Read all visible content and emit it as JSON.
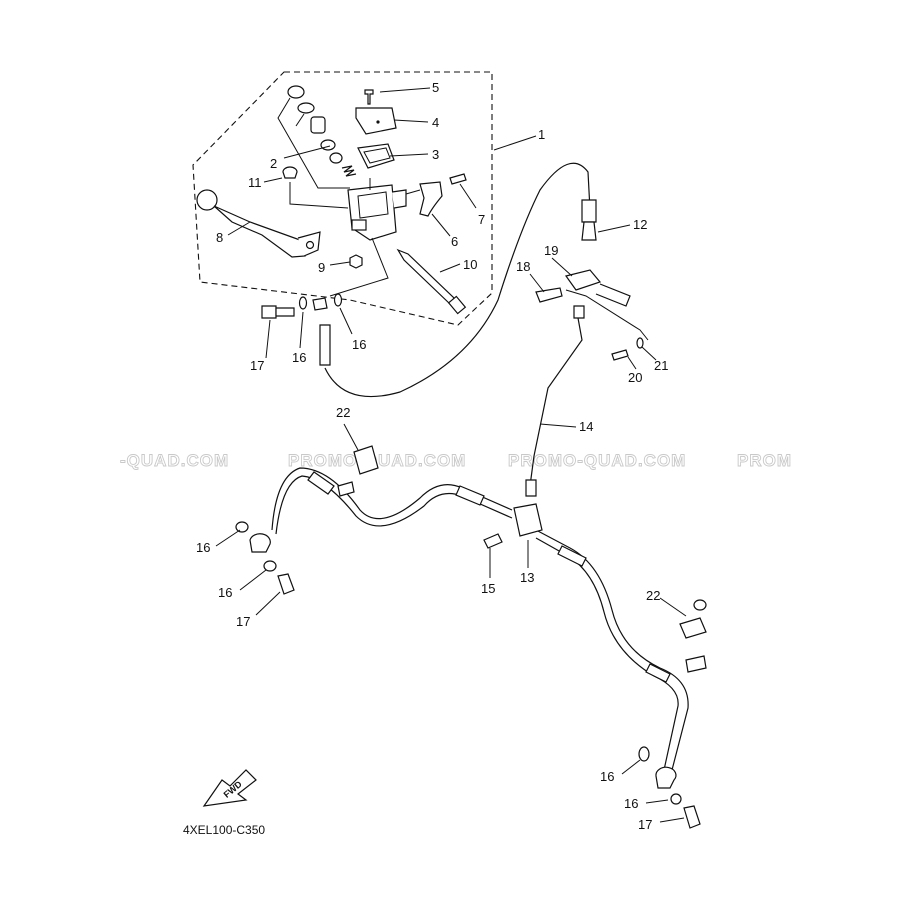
{
  "diagram_code": "4XEL100-C350",
  "fwd_arrow_text": "FWD",
  "watermark": [
    "-QUAD.COM",
    "PROMO-QUAD.COM",
    "PROMO-QUAD.COM",
    "PROM"
  ],
  "callouts": [
    {
      "id": "c1",
      "text": "1"
    },
    {
      "id": "c2",
      "text": "2"
    },
    {
      "id": "c3",
      "text": "3"
    },
    {
      "id": "c4",
      "text": "4"
    },
    {
      "id": "c5",
      "text": "5"
    },
    {
      "id": "c6",
      "text": "6"
    },
    {
      "id": "c7",
      "text": "7"
    },
    {
      "id": "c8",
      "text": "8"
    },
    {
      "id": "c9",
      "text": "9"
    },
    {
      "id": "c10",
      "text": "10"
    },
    {
      "id": "c11",
      "text": "11"
    },
    {
      "id": "c12",
      "text": "12"
    },
    {
      "id": "c13",
      "text": "13"
    },
    {
      "id": "c14",
      "text": "14"
    },
    {
      "id": "c15",
      "text": "15"
    },
    {
      "id": "c16a",
      "text": "16"
    },
    {
      "id": "c16b",
      "text": "16"
    },
    {
      "id": "c16c",
      "text": "16"
    },
    {
      "id": "c16d",
      "text": "16"
    },
    {
      "id": "c16e",
      "text": "16"
    },
    {
      "id": "c16f",
      "text": "16"
    },
    {
      "id": "c17a",
      "text": "17"
    },
    {
      "id": "c17b",
      "text": "17"
    },
    {
      "id": "c17c",
      "text": "17"
    },
    {
      "id": "c18",
      "text": "18"
    },
    {
      "id": "c19",
      "text": "19"
    },
    {
      "id": "c20",
      "text": "20"
    },
    {
      "id": "c21",
      "text": "21"
    },
    {
      "id": "c22a",
      "text": "22"
    },
    {
      "id": "c22b",
      "text": "22"
    }
  ]
}
